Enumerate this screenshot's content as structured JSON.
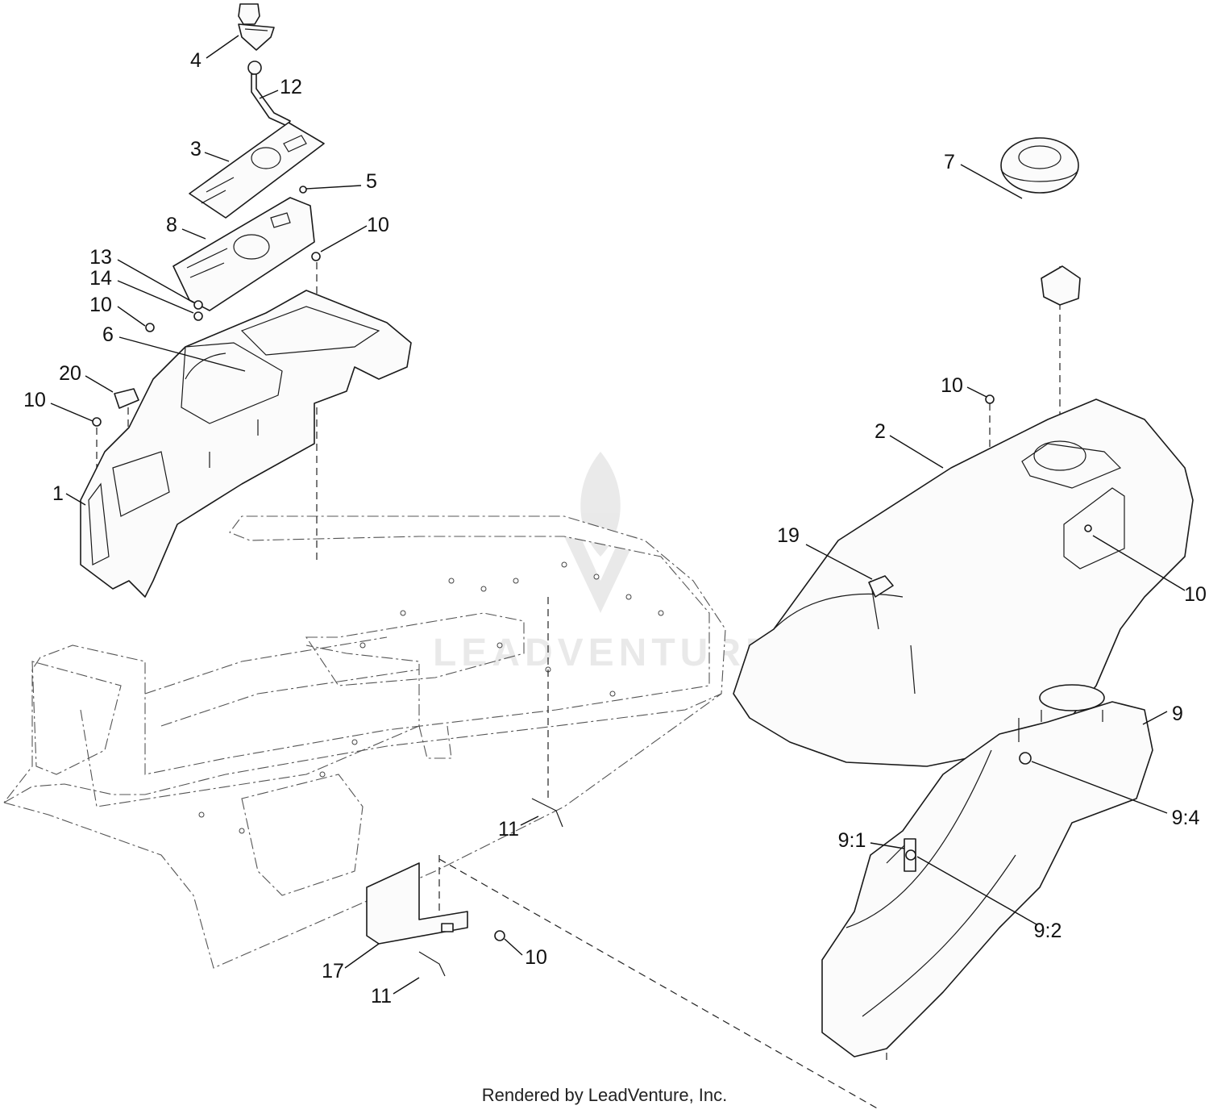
{
  "callouts": [
    {
      "id": "c4",
      "text": "4"
    },
    {
      "id": "c12",
      "text": "12"
    },
    {
      "id": "c3",
      "text": "3"
    },
    {
      "id": "c5",
      "text": "5"
    },
    {
      "id": "c8",
      "text": "8"
    },
    {
      "id": "c10a",
      "text": "10"
    },
    {
      "id": "c13",
      "text": "13"
    },
    {
      "id": "c14",
      "text": "14"
    },
    {
      "id": "c10b",
      "text": "10"
    },
    {
      "id": "c6",
      "text": "6"
    },
    {
      "id": "c20",
      "text": "20"
    },
    {
      "id": "c10c",
      "text": "10"
    },
    {
      "id": "c1",
      "text": "1"
    },
    {
      "id": "c7",
      "text": "7"
    },
    {
      "id": "c10d",
      "text": "10"
    },
    {
      "id": "c2",
      "text": "2"
    },
    {
      "id": "c19",
      "text": "19"
    },
    {
      "id": "c10e",
      "text": "10"
    },
    {
      "id": "c9",
      "text": "9"
    },
    {
      "id": "c9_4",
      "text": "9:4"
    },
    {
      "id": "c9_1",
      "text": "9:1"
    },
    {
      "id": "c9_2",
      "text": "9:2"
    },
    {
      "id": "c11a",
      "text": "11"
    },
    {
      "id": "c10f",
      "text": "10"
    },
    {
      "id": "c17",
      "text": "17"
    },
    {
      "id": "c11b",
      "text": "11"
    }
  ],
  "watermark": "LEADVENTURE",
  "footer": "Rendered by LeadVenture, Inc."
}
